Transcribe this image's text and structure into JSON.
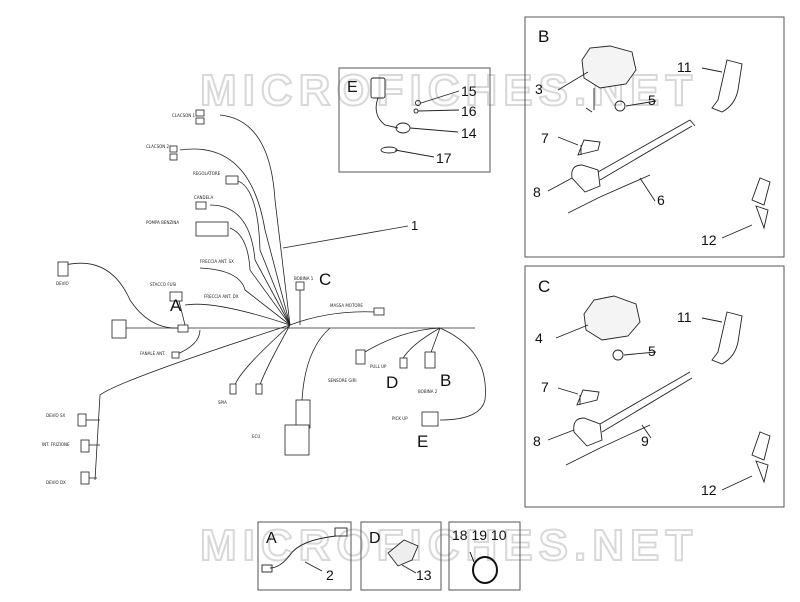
{
  "watermark": "MICROFICHES.NET",
  "main_callouts": {
    "wire_harness": "1",
    "callout_A": "A",
    "callout_B": "B",
    "callout_C": "C",
    "callout_D": "D",
    "callout_E": "E"
  },
  "harness_tags": [
    "CLACSON 1",
    "CLACSON 2",
    "REGOLATORE",
    "CANDELA",
    "POMPA BENZINA",
    "FRECCIA ANT. SX",
    "STACCO FUSI",
    "FRECCIA ANT. DX",
    "DEVIO",
    "FANALE ANT.",
    "BOBINA 1",
    "MASSA MOTORE",
    "SENSORE GIRI",
    "PULL UP",
    "BOBINA 2",
    "PICK UP",
    "SPIA",
    "DEVIO SX",
    "INT. FRIZIONE",
    "DEVIO DX",
    "ECU"
  ],
  "panel_B": {
    "title": "B",
    "parts": [
      "3",
      "5",
      "7",
      "8",
      "6",
      "11",
      "12"
    ]
  },
  "panel_C": {
    "title": "C",
    "parts": [
      "4",
      "5",
      "7",
      "8",
      "9",
      "11",
      "12"
    ]
  },
  "panel_E": {
    "title": "E",
    "parts": [
      "15",
      "16",
      "14",
      "17"
    ]
  },
  "bottom_A": {
    "title": "A",
    "part": "2"
  },
  "bottom_D": {
    "title": "D",
    "part": "13"
  },
  "bottom_clips": {
    "parts": "18 19 10"
  }
}
